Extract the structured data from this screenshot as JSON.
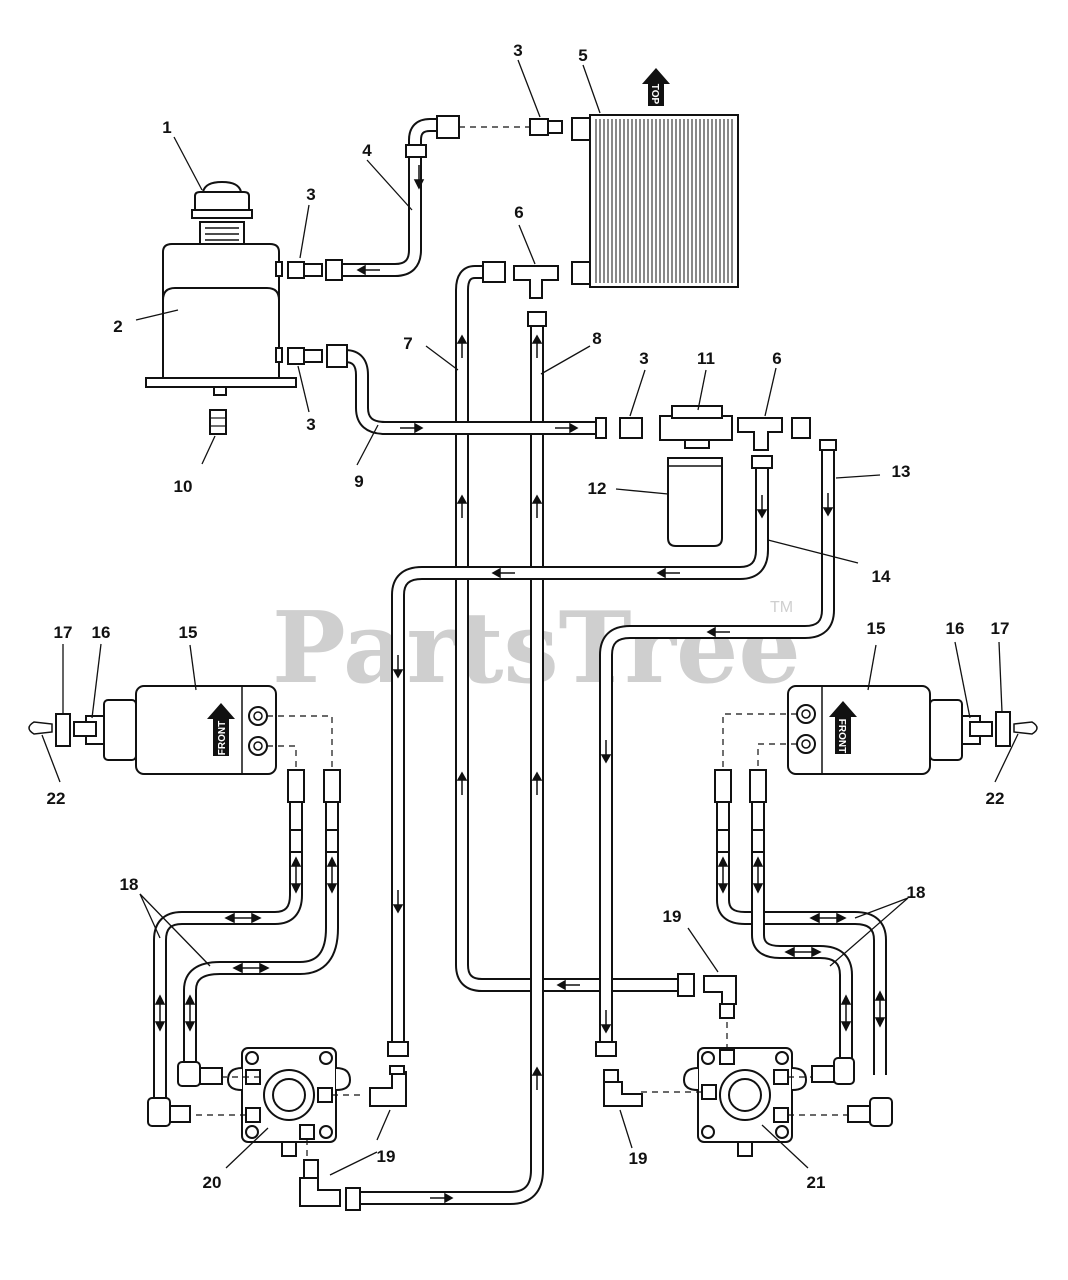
{
  "watermark": {
    "text": "PartsTree",
    "mark": "TM"
  },
  "part_labels": {
    "top": "TOP",
    "front": "FRONT"
  },
  "callouts": [
    "1",
    "2",
    "3",
    "4",
    "5",
    "6",
    "7",
    "8",
    "9",
    "10",
    "11",
    "12",
    "13",
    "14",
    "15",
    "16",
    "17",
    "18",
    "19",
    "20",
    "21",
    "22"
  ],
  "colors": {
    "line": "#111111",
    "watermark": "#cfcfcf",
    "background": "#ffffff"
  }
}
